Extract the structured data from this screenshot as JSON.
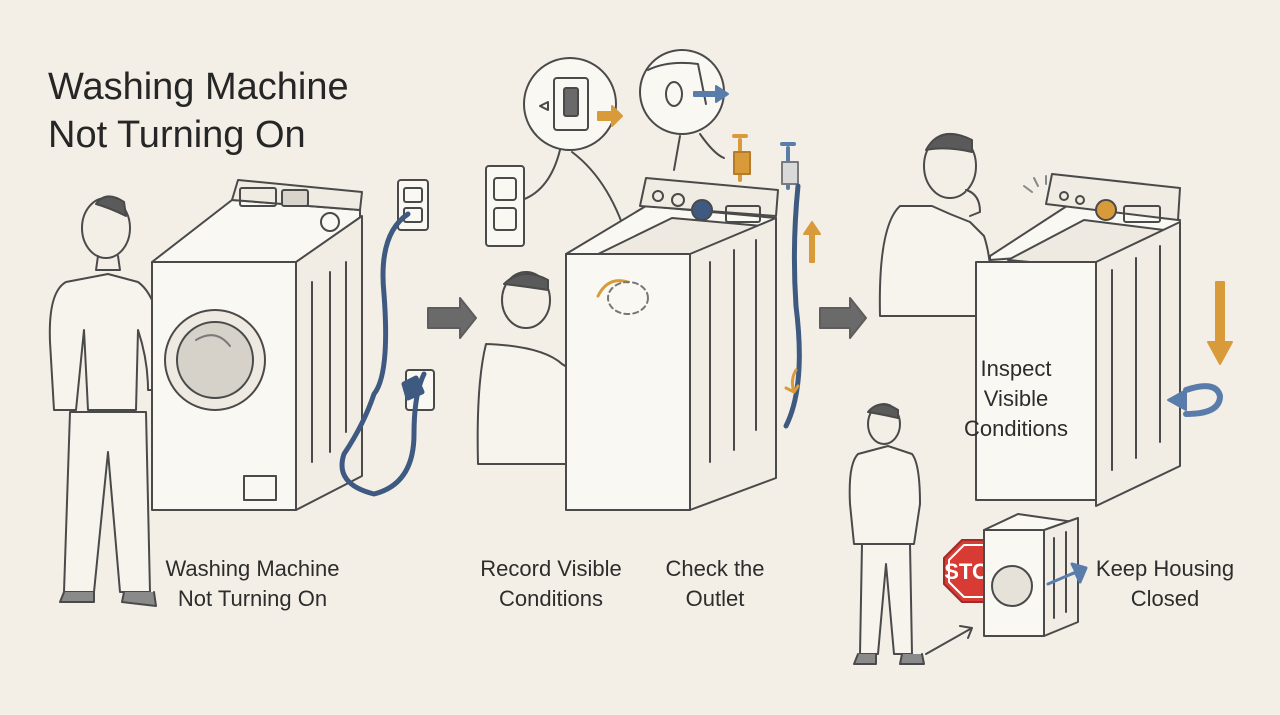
{
  "title": "Washing Machine\nNot Turning On",
  "steps": [
    {
      "label": "Washing Machine\nNot Turning On"
    },
    {
      "label": "Record Visible\nConditions"
    },
    {
      "label": "Check the\nOutlet"
    },
    {
      "label": "Inspect\nVisible\nConditions"
    },
    {
      "label": "Keep Housing\nClosed"
    }
  ],
  "stop_sign": {
    "text": "STOP"
  },
  "colors": {
    "background": "#f3efe6",
    "ink": "#4a4a4a",
    "cord_blue": "#3f5a80",
    "accent_orange": "#d99a3a",
    "accent_blue": "#5a7cab",
    "stop_red": "#d83a34",
    "flow_arrow": "#5d5d5d"
  },
  "icons": [
    "person-icon",
    "washing-machine-icon",
    "power-cord-icon",
    "wall-outlet-icon",
    "light-switch-icon",
    "water-valve-icon",
    "flow-arrow-icon",
    "stop-sign-icon"
  ]
}
